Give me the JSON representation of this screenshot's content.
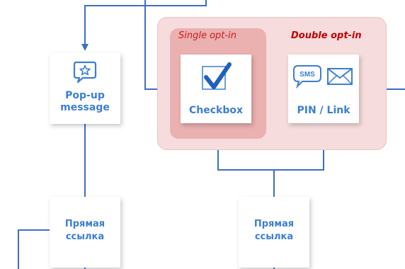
{
  "groups": {
    "single_opt_in": {
      "label": "Single opt-in"
    },
    "double_opt_in": {
      "label": "Double opt-in"
    }
  },
  "nodes": {
    "popup": {
      "line1": "Pop-up",
      "line2": "message",
      "icon": "star-message-icon"
    },
    "checkbox": {
      "label": "Checkbox",
      "icon": "checkmark-icon"
    },
    "pin_link": {
      "label": "PIN / Link",
      "icons": [
        "sms-bubble-icon",
        "envelope-icon"
      ],
      "sms_text": "SMS"
    },
    "direct_link_left": {
      "line1": "Прямая",
      "line2": "ссылка"
    },
    "direct_link_center": {
      "line1": "Прямая",
      "line2": "ссылка"
    }
  },
  "colors": {
    "node_text": "#3c7fd0",
    "connector": "#3c6fc0",
    "single_label": "#c81b1b",
    "double_label": "#c00000",
    "group_outer": "#f6dcdc",
    "group_inner": "#ebb0b0"
  }
}
